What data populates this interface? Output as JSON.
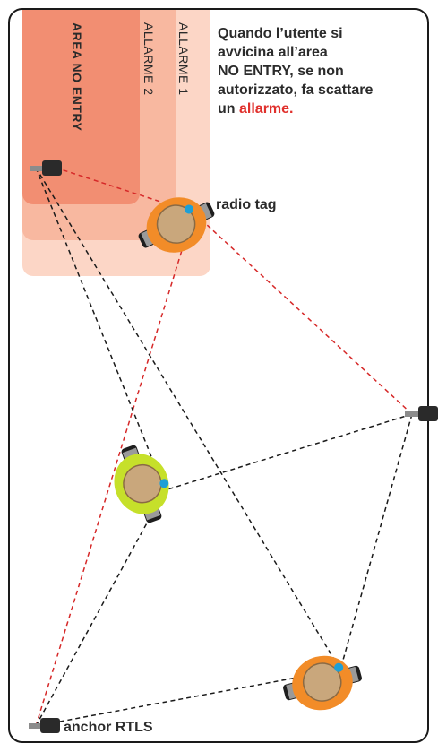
{
  "zones": {
    "allarme1": "ALLARME 1",
    "allarme2": "ALLARME 2",
    "no_entry": "AREA NO ENTRY"
  },
  "description": {
    "line1": "Quando l’utente si",
    "line2": "avvicina all’area",
    "line3_bold": "NO ENTRY,",
    "line3_rest": " se non",
    "line4": "autorizzato, fa scattare",
    "line5_pre": "un ",
    "line5_alarm": "allarme."
  },
  "labels": {
    "radio_tag": "radio tag",
    "anchor": "anchor RTLS"
  },
  "colors": {
    "zone_outer": "#fcd6c6",
    "zone_mid": "#f8b8a0",
    "zone_inner": "#f28e72",
    "alarm_red": "#e0302c",
    "link_red": "#d62828",
    "link_black": "#1a1a1a",
    "worker_orange": "#f28c28",
    "worker_green": "#c6e02a",
    "helmet": "#c9a77c",
    "tag_blue": "#1e9fd6"
  }
}
